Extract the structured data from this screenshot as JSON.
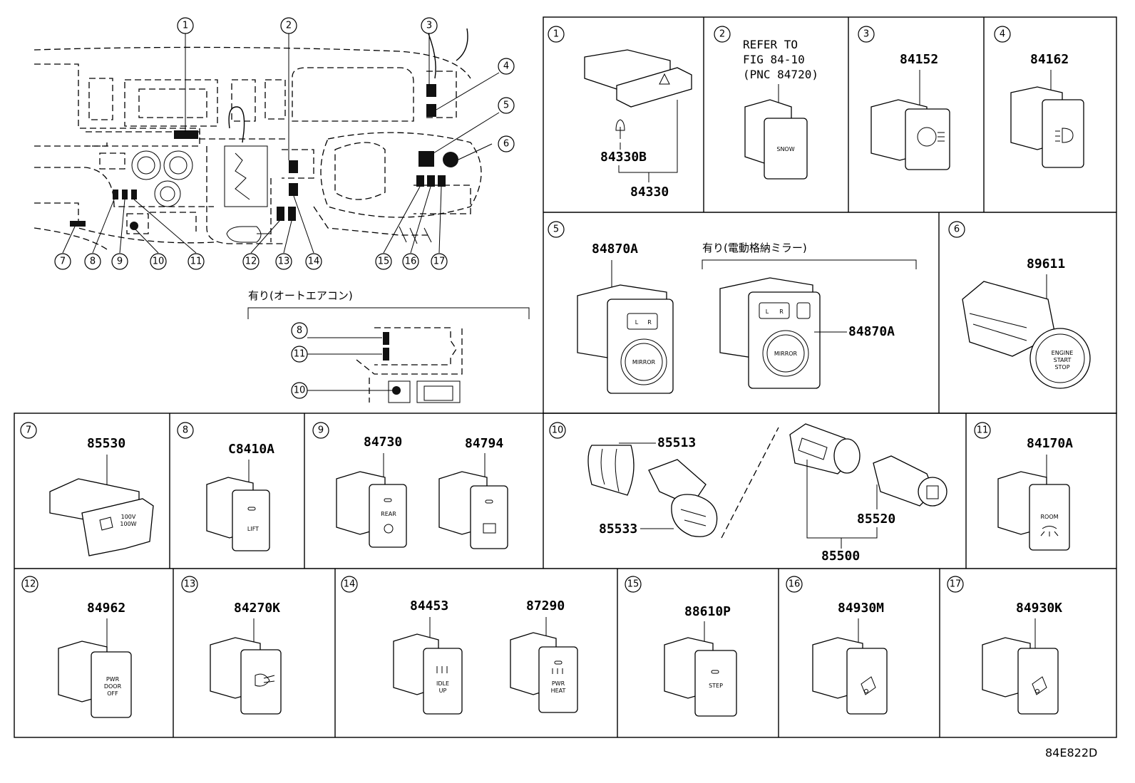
{
  "diagram_id": "84E822D",
  "callouts": [
    "1",
    "2",
    "3",
    "4",
    "5",
    "6",
    "7",
    "8",
    "9",
    "10",
    "11",
    "12",
    "13",
    "14",
    "15",
    "16",
    "17"
  ],
  "overview_note": "有り(オートエアコン)",
  "panels": {
    "p1": {
      "num": "1",
      "parts": [
        "84330B",
        "84330"
      ]
    },
    "p2": {
      "num": "2",
      "refer": [
        "REFER TO",
        "FIG 84-10",
        "(PNC 84720)"
      ],
      "switch_text": "SNOW"
    },
    "p3": {
      "num": "3",
      "parts": [
        "84152"
      ]
    },
    "p4": {
      "num": "4",
      "parts": [
        "84162"
      ]
    },
    "p5": {
      "num": "5",
      "parts": [
        "84870A",
        "84870A"
      ],
      "note": "有り(電動格納ミラー)",
      "switch_text": [
        "L",
        "R",
        "MIRROR"
      ]
    },
    "p6": {
      "num": "6",
      "parts": [
        "89611"
      ],
      "switch_text": [
        "ENGINE",
        "START",
        "STOP"
      ]
    },
    "p7": {
      "num": "7",
      "parts": [
        "85530"
      ],
      "switch_text": [
        "100V",
        "100W"
      ]
    },
    "p8": {
      "num": "8",
      "parts": [
        "C8410A"
      ],
      "switch_text": "LIFT"
    },
    "p9": {
      "num": "9",
      "parts": [
        "84730",
        "84794"
      ],
      "switch_text": "REAR"
    },
    "p10": {
      "num": "10",
      "parts": [
        "85513",
        "85533",
        "85520",
        "85500"
      ]
    },
    "p11": {
      "num": "11",
      "parts": [
        "84170A"
      ],
      "switch_text": "ROOM"
    },
    "p12": {
      "num": "12",
      "parts": [
        "84962"
      ],
      "switch_text": [
        "PWR",
        "DOOR",
        "OFF"
      ]
    },
    "p13": {
      "num": "13",
      "parts": [
        "84270K"
      ]
    },
    "p14": {
      "num": "14",
      "parts": [
        "84453",
        "87290"
      ],
      "switch_text": [
        [
          "IDLE",
          "UP"
        ],
        [
          "PWR",
          "HEAT"
        ]
      ]
    },
    "p15": {
      "num": "15",
      "parts": [
        "88610P"
      ],
      "switch_text": "STEP"
    },
    "p16": {
      "num": "16",
      "parts": [
        "84930M"
      ]
    },
    "p17": {
      "num": "17",
      "parts": [
        "84930K"
      ]
    }
  }
}
